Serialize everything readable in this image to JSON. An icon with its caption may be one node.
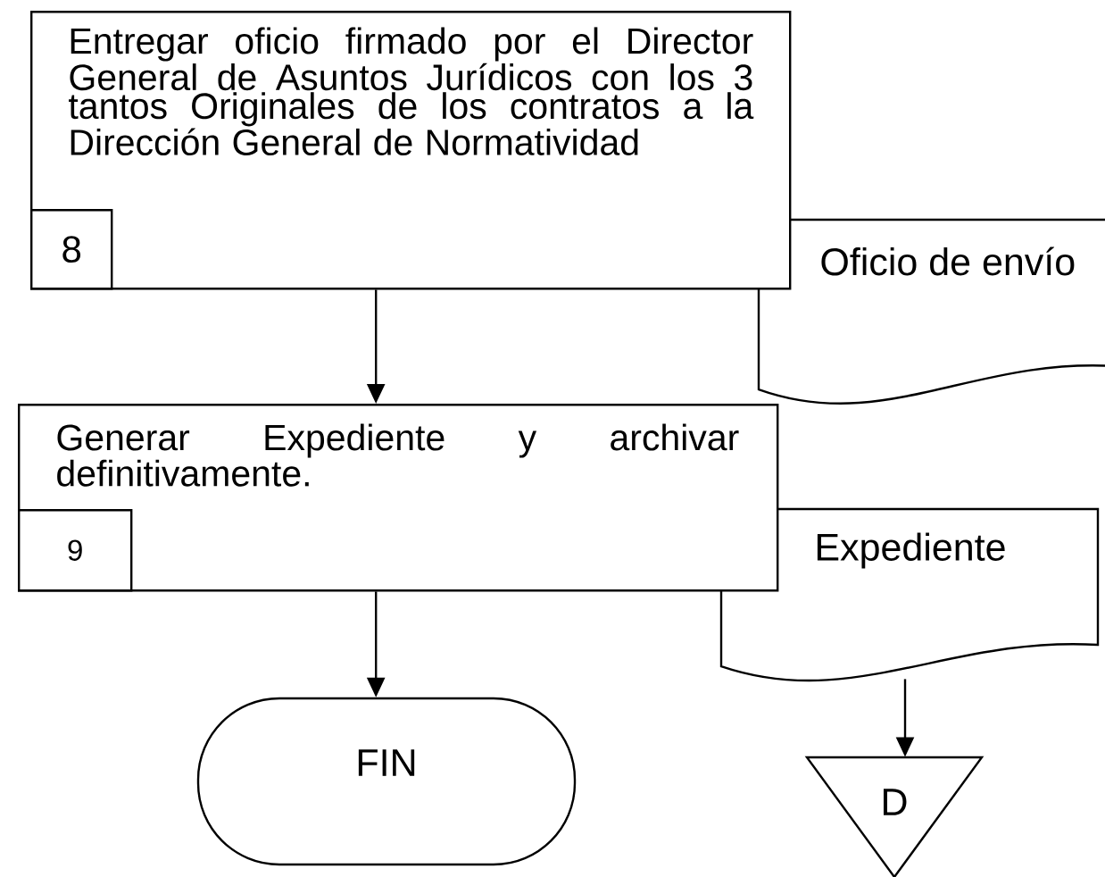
{
  "diagram": {
    "nodes": [
      {
        "text": [
          "Entregar oficio firmado por el Director General de Asuntos Jurídicos con los 3 tantos Originales de los contratos a la Dirección General de Normatividad"
        ]
      },
      {
        "text": [
          "8"
        ],
        "in": 0
      },
      {
        "text": [
          "Oficio de envío"
        ]
      },
      {
        "text": [
          "Generar Expediente y archivar definitivamente."
        ]
      },
      {
        "text": [
          "9"
        ],
        "in": 3
      },
      {
        "text": [
          "Expediente"
        ]
      },
      {
        "text": [
          "FIN"
        ]
      },
      {
        "text": [
          "D"
        ]
      }
    ],
    "edges": [
      {
        "from": 0,
        "to": 3,
        "arrow": "to"
      },
      {
        "from": 3,
        "to": 6,
        "arrow": "to"
      },
      {
        "from": 5,
        "to": 7,
        "arrow": "to"
      }
    ]
  }
}
